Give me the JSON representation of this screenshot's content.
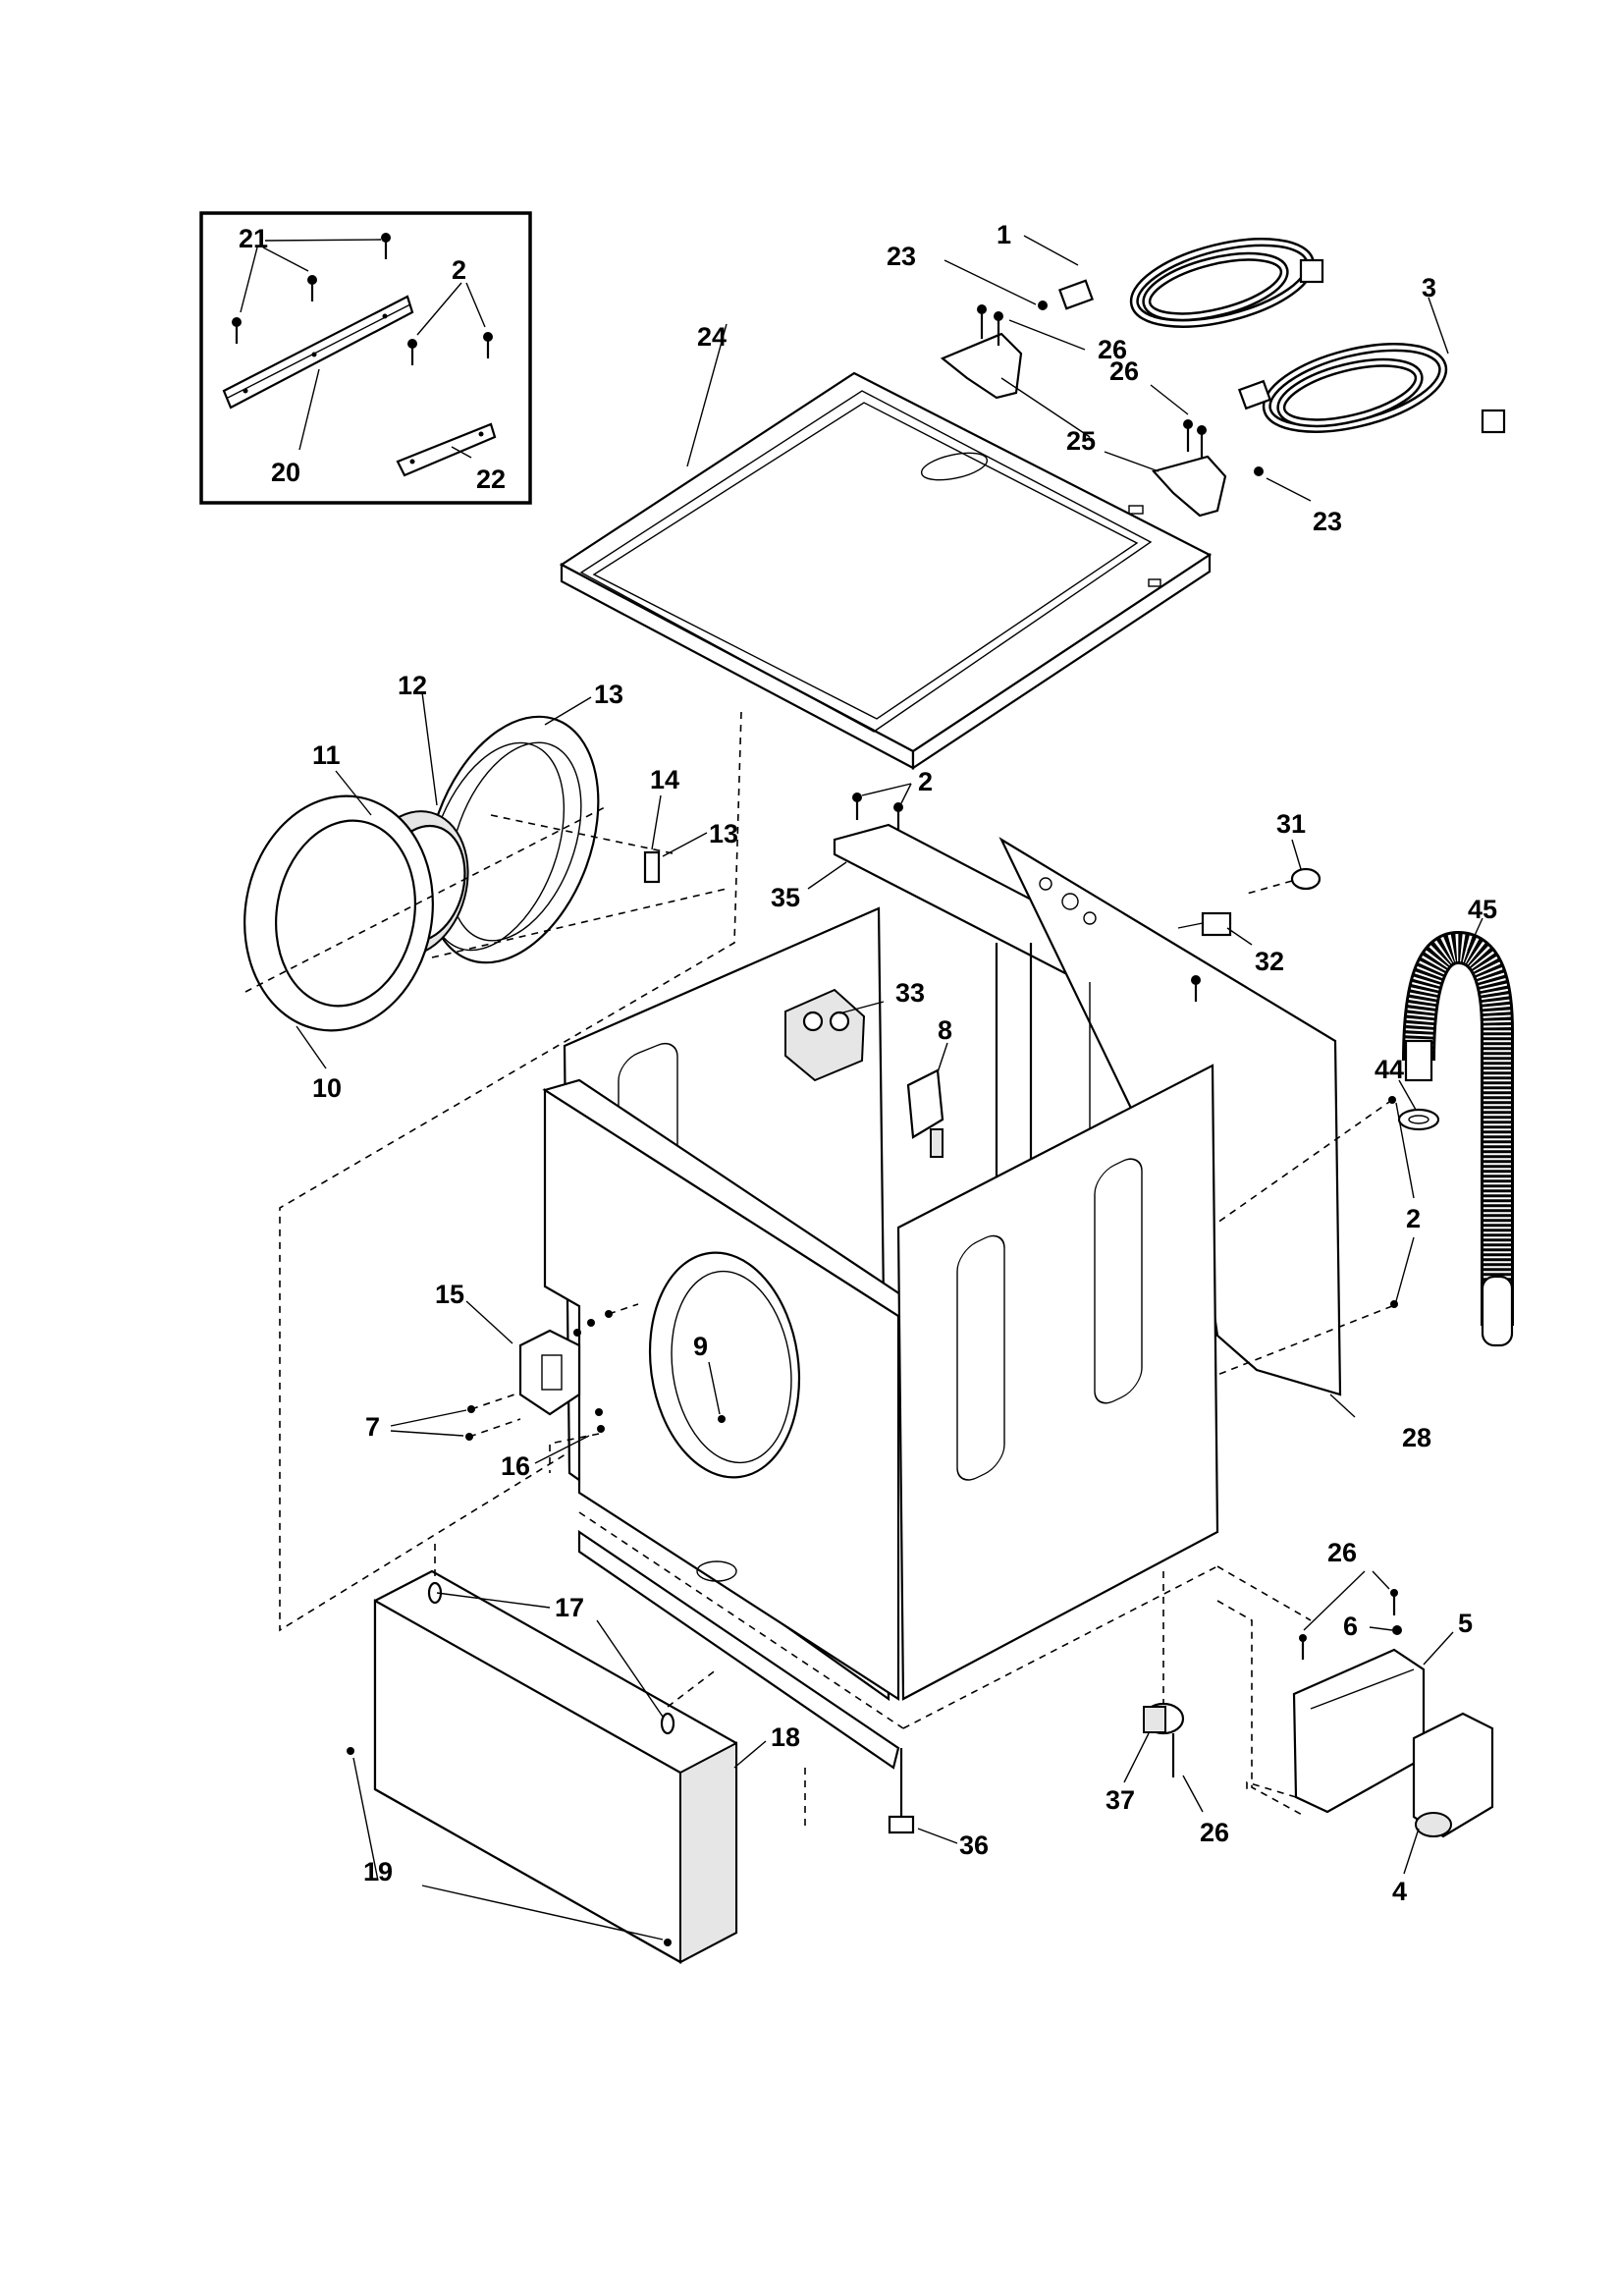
{
  "callouts": {
    "c1": "1",
    "c2a": "2",
    "c2b": "2",
    "c2c": "2",
    "c3": "3",
    "c4": "4",
    "c5": "5",
    "c6": "6",
    "c7": "7",
    "c8": "8",
    "c9": "9",
    "c10": "10",
    "c11": "11",
    "c12": "12",
    "c13a": "13",
    "c13b": "13",
    "c14": "14",
    "c15": "15",
    "c16": "16",
    "c17": "17",
    "c18": "18",
    "c19": "19",
    "c20": "20",
    "c21": "21",
    "c22": "22",
    "c23a": "23",
    "c23b": "23",
    "c24": "24",
    "c25": "25",
    "c26a": "26",
    "c26b": "26",
    "c26c": "26",
    "c28": "28",
    "c31": "31",
    "c32": "32",
    "c33": "33",
    "c35": "35",
    "c36": "36",
    "c37": "37",
    "c44": "44",
    "c45": "45"
  }
}
